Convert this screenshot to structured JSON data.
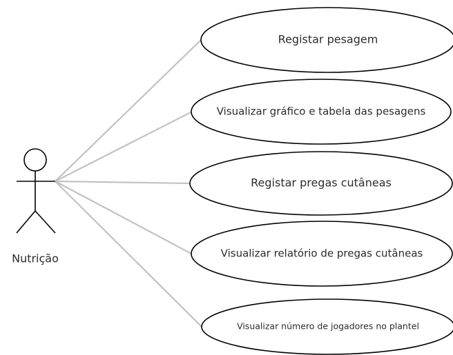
{
  "actor": {
    "name": "Nutrição"
  },
  "use_cases": [
    {
      "label": "Registar pesagem"
    },
    {
      "label": "Visualizar gráfico e tabela das pesagens"
    },
    {
      "label": "Registar pregas cutâneas"
    },
    {
      "label": "Visualizar relatório de pregas cutâneas"
    },
    {
      "label": "Visualizar número de jogadores no plantel"
    }
  ],
  "colors": {
    "association_line": "#c2c2c2",
    "outline": "#000000",
    "text": "#2b2b2b"
  }
}
